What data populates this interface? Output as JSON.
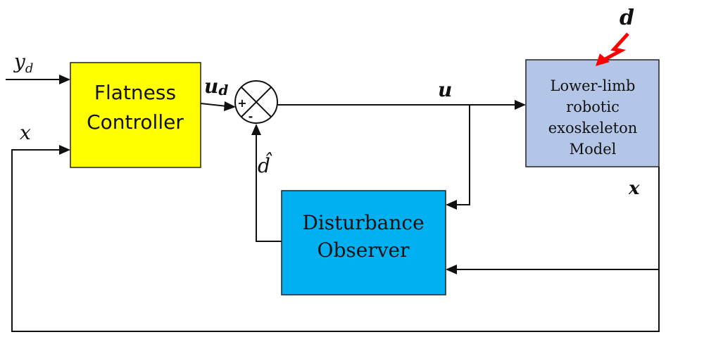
{
  "blocks": {
    "flatness_controller": {
      "lines": [
        "Flatness",
        "Controller"
      ],
      "color": "#ffff00"
    },
    "exoskeleton_model": {
      "lines": [
        "Lower-limb",
        "robotic",
        "exoskeleton",
        "Model"
      ],
      "color": "#b4c6e7"
    },
    "disturbance_observer": {
      "lines": [
        "Disturbance",
        "Observer"
      ],
      "color": "#00b0f0"
    }
  },
  "signals": {
    "reference": {
      "base": "y",
      "subscript": "d"
    },
    "state_input": "x",
    "control_desired": {
      "base": "u",
      "subscript": "d"
    },
    "control": "u",
    "state_output": "x",
    "disturbance": "d",
    "disturbance_estimate": "d̂"
  },
  "summing_junction": {
    "plus": "+",
    "minus": "-"
  },
  "colors": {
    "disturbance_arrow": "#ff0000",
    "lines": "#111111"
  }
}
